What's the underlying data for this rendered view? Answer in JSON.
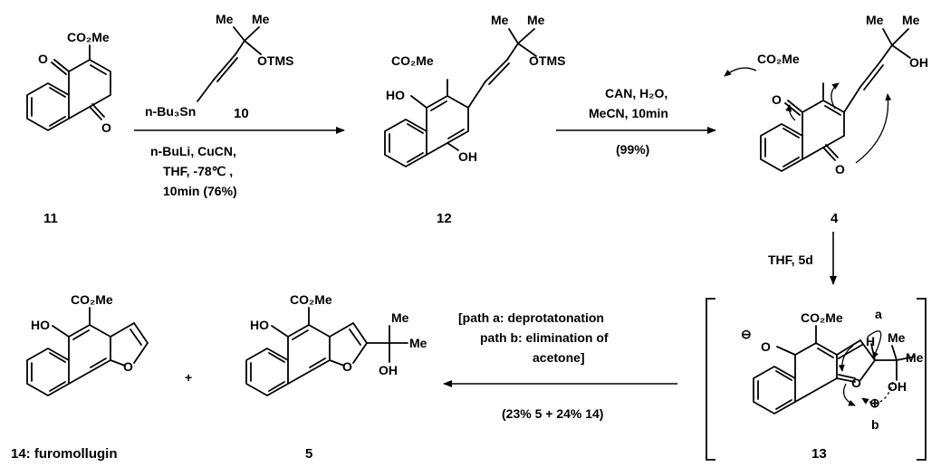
{
  "labels": {
    "c11": "11",
    "c12": "12",
    "c4": "4",
    "c13": "13",
    "c5": "5",
    "c14": "14: furomollugin",
    "c10": "10"
  },
  "atoms": {
    "co2me": "CO₂Me",
    "me": "Me",
    "otms": "OTMS",
    "o": "O",
    "ho": "HO",
    "oh": "OH",
    "h": "H",
    "oplus": "⊕",
    "ominus": "⊖",
    "nbu3sn": "n-Bu₃Sn",
    "a": "a",
    "b": "b",
    "plus": "+"
  },
  "conditions": {
    "step1_line1": "n-BuLi, CuCN,",
    "step1_line2": "THF, -78℃ ,",
    "step1_line3": "10min (76%)",
    "step2_line1": "CAN, H₂O,",
    "step2_line2": "MeCN, 10min",
    "step2_line3": "(99%)",
    "step3": "THF, 5d",
    "step4_line1": "[path a: deprotatonation",
    "step4_line2": "path b: elimination of",
    "step4_line3": "acetone]",
    "step4_line4": "(23% 5 + 24% 14)"
  }
}
